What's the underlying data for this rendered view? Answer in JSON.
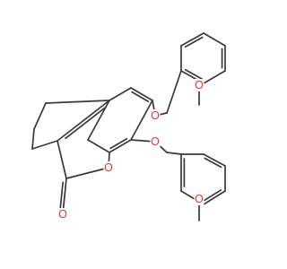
{
  "molecule": {
    "atoms": {
      "o_methoxy_top": {
        "symbol": "O",
        "color": "#e8322d"
      },
      "o_ether_top": {
        "symbol": "O",
        "color": "#e8322d"
      },
      "o_ether_lower": {
        "symbol": "O",
        "color": "#e8322d"
      },
      "o_methoxy_lower": {
        "symbol": "O",
        "color": "#e8322d"
      },
      "o_ring": {
        "symbol": "O",
        "color": "#e8322d"
      },
      "o_carbonyl": {
        "symbol": "O",
        "color": "#e8322d"
      }
    },
    "colors": {
      "bond": "#3a3a3a",
      "oxygen": "#e8322d",
      "background": "#ffffff"
    }
  }
}
